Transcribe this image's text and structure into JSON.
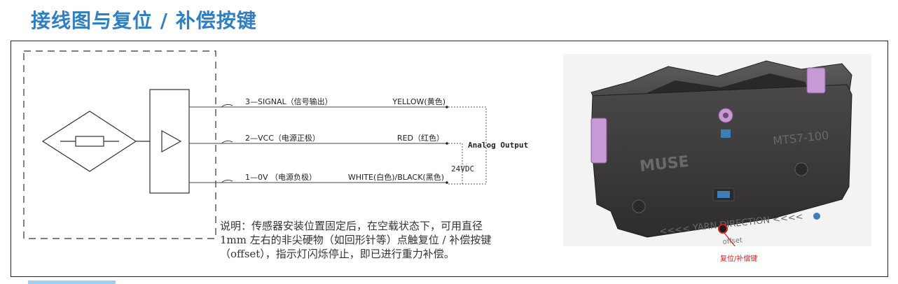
{
  "title": "接线图与复位 / 补偿按键",
  "wiring": {
    "wires": [
      {
        "name": "3—SIGNAL（信号输出）",
        "color": "YELLOW(黄色)"
      },
      {
        "name": "2—VCC（电源正极）",
        "color": "RED（红色）"
      },
      {
        "name": "1—0V （电源负极）",
        "color": "WHITE(白色)/BLACK(黑色)"
      }
    ],
    "output_label": "Analog Output",
    "supply_label": "24VDC"
  },
  "note": {
    "lines": [
      "说明：传感器安装位置固定后，在空载状态下，可用直径",
      "1mm 左右的非尖硬物（如回形针等）点触复位 / 补偿按键",
      "（offset），指示灯闪烁停止，即已进行重力补偿。"
    ]
  },
  "photo": {
    "brand": "MUSE",
    "model": "MTS7-100",
    "direction_text": "<<<< YARN DIRECTION <<<<",
    "offset_text": "offset",
    "callout": "复位/补偿键"
  },
  "colors": {
    "title": "#2f7fc4",
    "callout": "#d42020",
    "device_body": "#3a3838",
    "clip": "#c79ad6"
  }
}
